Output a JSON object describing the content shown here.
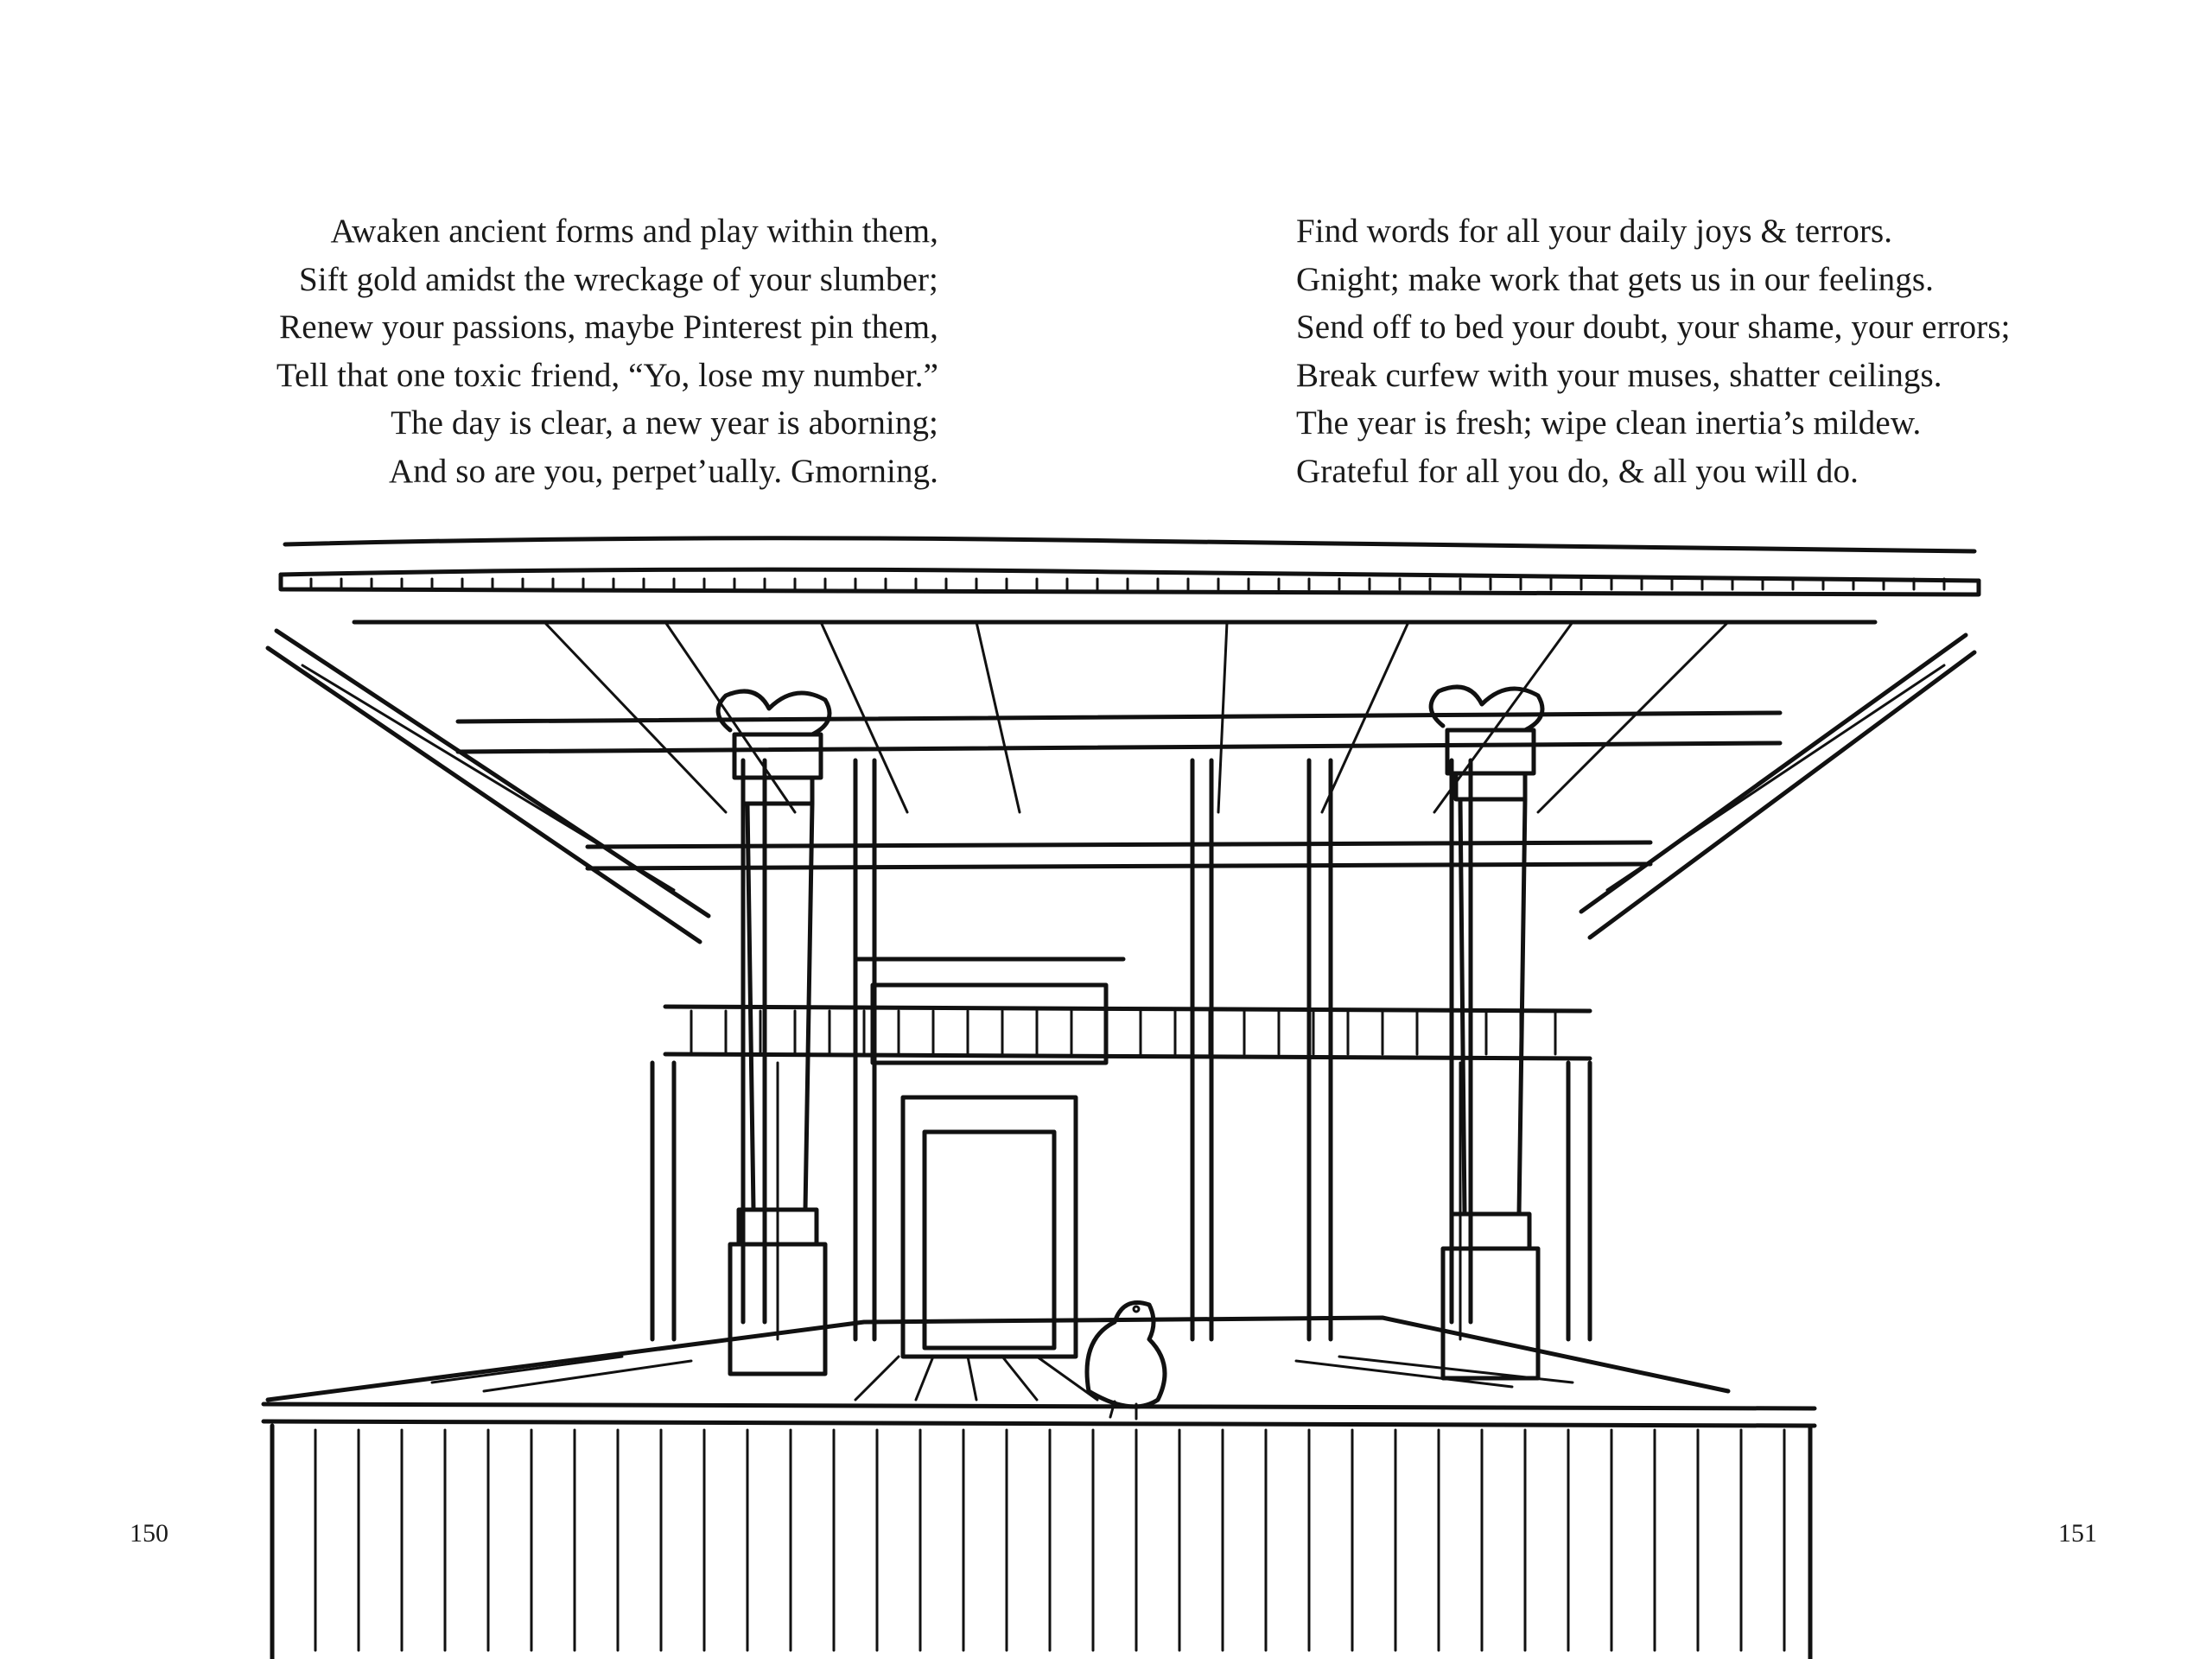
{
  "left_page": {
    "poem_lines": [
      "Awaken ancient forms and play within them,",
      "Sift gold amidst the wreckage of your slumber;",
      "Renew your passions, maybe Pinterest pin them,",
      "Tell that one toxic friend, “Yo, lose my number.”",
      "The day is clear, a new year is aborning;",
      "And so are you, perpet’ually. Gmorning."
    ],
    "page_number": "150"
  },
  "right_page": {
    "poem_lines": [
      "Find words for all your daily joys & terrors.",
      "Gnight; make work that gets us in our feelings.",
      "Send off to bed your doubt, your shame, your errors;",
      "Break curfew with your muses, shatter ceilings.",
      "The year is fresh; wipe clean inertia’s mildew.",
      "Grateful for all you do, & all you will do."
    ],
    "page_number": "151"
  },
  "colors": {
    "ink": "#111111",
    "paper": "#ffffff"
  }
}
